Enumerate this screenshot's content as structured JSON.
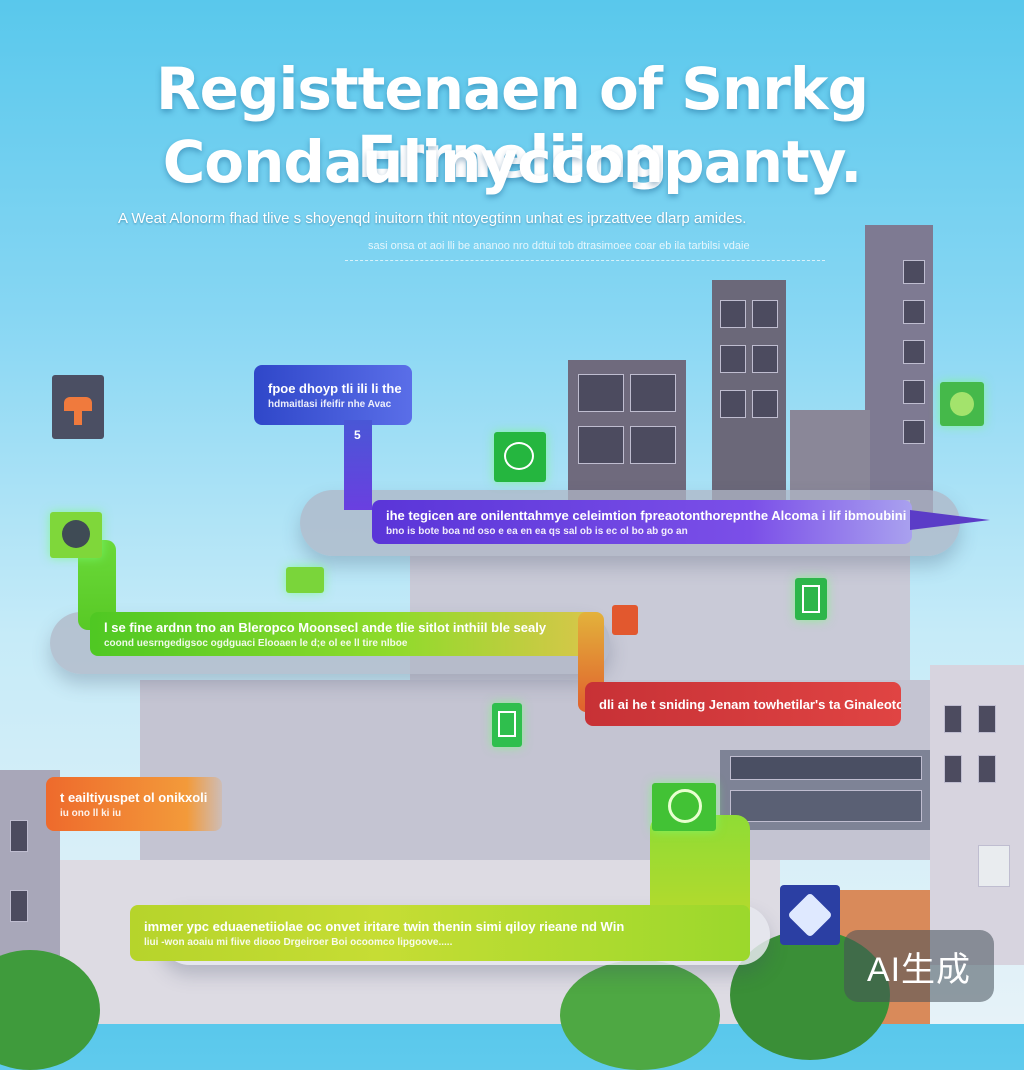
{
  "headline": {
    "line1": "Registtenaen of Snrkg Errneliing",
    "line2": "Condaulinycconpanty."
  },
  "subtitle": {
    "line1": "A Weat Alonorm fhad tlive  s  shoyenqd inuitorn  thit  ntoyegtinn  unhat  es  iprzattvee  dlarp amides.",
    "line2": "sasi onsa ot aoi lli be ananoo nro ddtui tob dtrasimoee  coar eb ila tarbilsi vdaie"
  },
  "bands": {
    "blue_tag": {
      "line1": "fpoe dhoyp tli ili  li the",
      "line2": "hdmaitlasi  ifeifir nhe  Avac"
    },
    "violet": {
      "line1": "ihe tegicen are onilenttahmye celeimtion fpreaotonthorepnthe  Alcoma i  lif  ibmoubini",
      "line2": "bno is bote boa nd oso e  ea en ea qs sal ob  is ec ol bo ab go an"
    },
    "green": {
      "line1": "l se fine ardnn tno an  Bleropco  Moonsecl  ande  tlie sitlot  inthiil  ble sealy",
      "line2": "coond  uesrngedigsoc  ogdguaci  Elooaen  le  d;e  ol  ee  ll  tire  nlboe"
    },
    "red": {
      "line1": "dli  ai  he t  sniding  Jenam towhetilar's  ta  Ginaleotor",
      "line2": ""
    },
    "orange": {
      "line1": "t eailtiyuspet ol onikxoli",
      "line2": "iu  ono ll ki iu"
    },
    "lime": {
      "line1": "immer  ypc  eduaenetiiolae  oc  onvet  iritare  twin  thenin  simi  qiloy rieane  nd  Win",
      "line2": "liui  -won aoaiu mi fiive  diooo Drgeiroer  Boi ocoomco lipgoove....."
    }
  },
  "marks": {
    "blue_pin": "5"
  },
  "watermark": "AI生成",
  "colors": {
    "sky_top": "#59c8ec",
    "band_blue": "#3b5bd9",
    "band_violet": "#6b3fe0",
    "band_green": "#5ccf23",
    "band_red": "#d8383a",
    "band_orange": "#ef6a2b",
    "band_lime": "#b5d72a",
    "icon_green": "#33d24a"
  }
}
